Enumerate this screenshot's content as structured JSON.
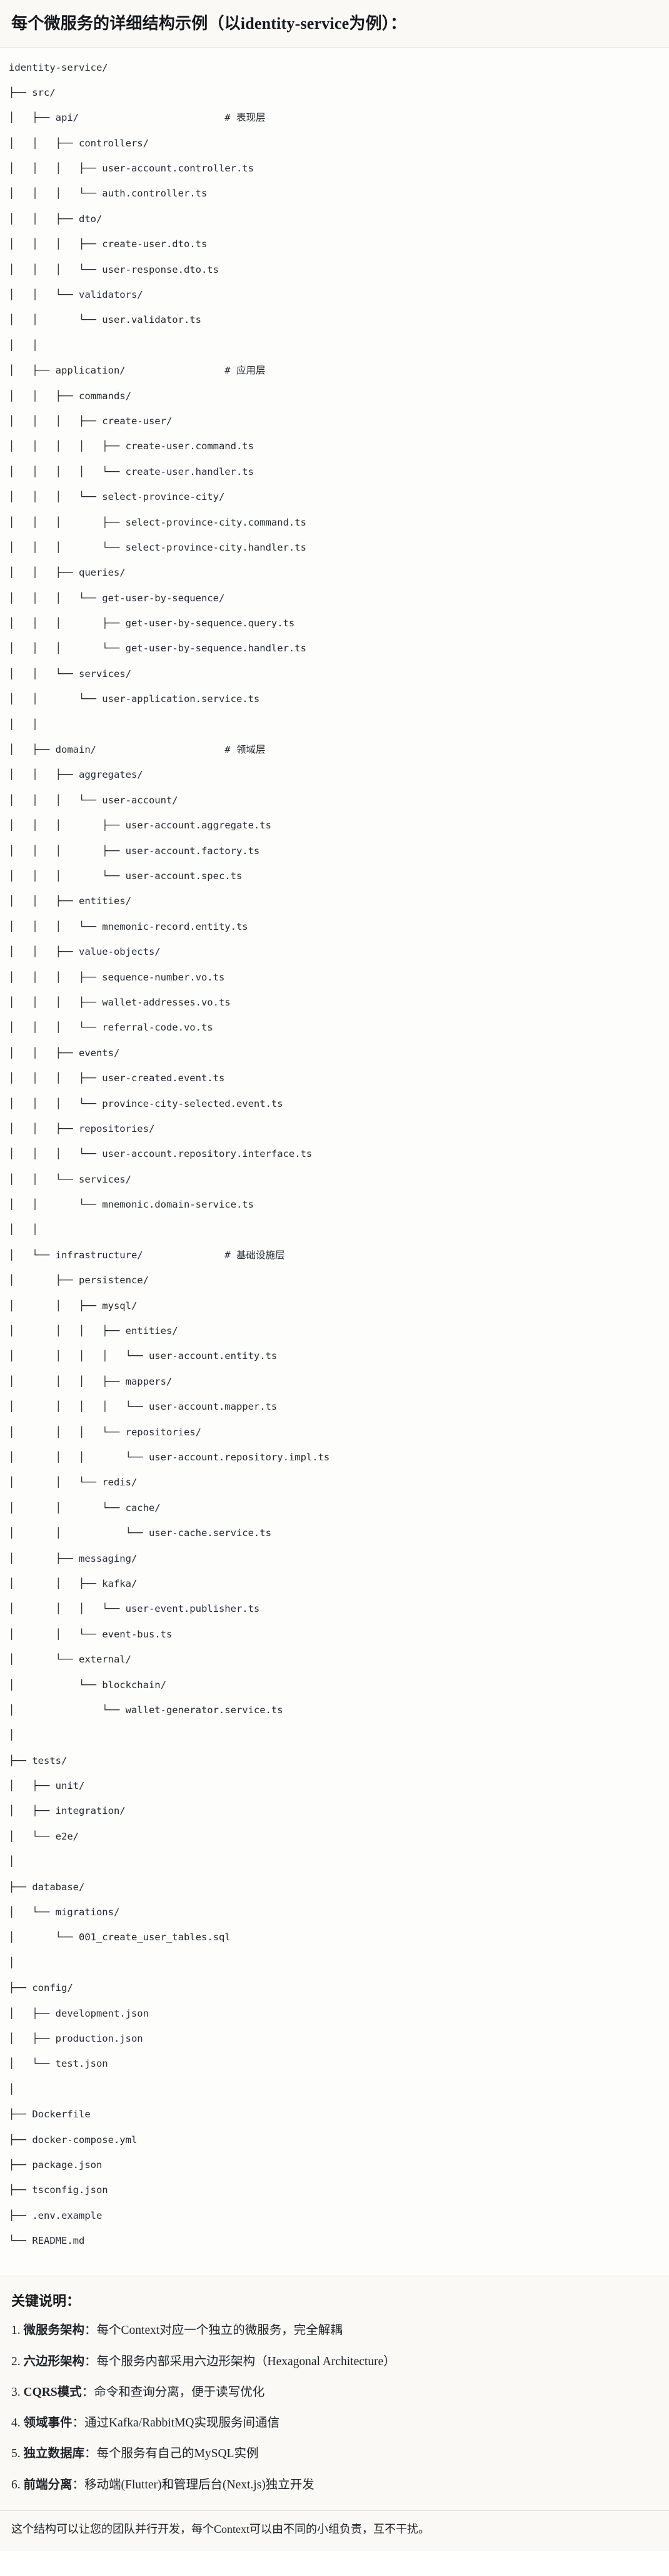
{
  "header": {
    "title": "每个微服务的详细结构示例（以identity-service为例）："
  },
  "tree": {
    "lines": [
      {
        "text": "identity-service/",
        "comment": ""
      },
      {
        "text": "├── src/",
        "comment": ""
      },
      {
        "text": "│   ├── api/",
        "comment": "# 表现层"
      },
      {
        "text": "│   │   ├── controllers/",
        "comment": ""
      },
      {
        "text": "│   │   │   ├── user-account.controller.ts",
        "comment": ""
      },
      {
        "text": "│   │   │   └── auth.controller.ts",
        "comment": ""
      },
      {
        "text": "│   │   ├── dto/",
        "comment": ""
      },
      {
        "text": "│   │   │   ├── create-user.dto.ts",
        "comment": ""
      },
      {
        "text": "│   │   │   └── user-response.dto.ts",
        "comment": ""
      },
      {
        "text": "│   │   └── validators/",
        "comment": ""
      },
      {
        "text": "│   │       └── user.validator.ts",
        "comment": ""
      },
      {
        "text": "│   │",
        "comment": ""
      },
      {
        "text": "│   ├── application/",
        "comment": "# 应用层"
      },
      {
        "text": "│   │   ├── commands/",
        "comment": ""
      },
      {
        "text": "│   │   │   ├── create-user/",
        "comment": ""
      },
      {
        "text": "│   │   │   │   ├── create-user.command.ts",
        "comment": ""
      },
      {
        "text": "│   │   │   │   └── create-user.handler.ts",
        "comment": ""
      },
      {
        "text": "│   │   │   └── select-province-city/",
        "comment": ""
      },
      {
        "text": "│   │   │       ├── select-province-city.command.ts",
        "comment": ""
      },
      {
        "text": "│   │   │       └── select-province-city.handler.ts",
        "comment": ""
      },
      {
        "text": "│   │   ├── queries/",
        "comment": ""
      },
      {
        "text": "│   │   │   └── get-user-by-sequence/",
        "comment": ""
      },
      {
        "text": "│   │   │       ├── get-user-by-sequence.query.ts",
        "comment": ""
      },
      {
        "text": "│   │   │       └── get-user-by-sequence.handler.ts",
        "comment": ""
      },
      {
        "text": "│   │   └── services/",
        "comment": ""
      },
      {
        "text": "│   │       └── user-application.service.ts",
        "comment": ""
      },
      {
        "text": "│   │",
        "comment": ""
      },
      {
        "text": "│   ├── domain/",
        "comment": "# 领域层"
      },
      {
        "text": "│   │   ├── aggregates/",
        "comment": ""
      },
      {
        "text": "│   │   │   └── user-account/",
        "comment": ""
      },
      {
        "text": "│   │   │       ├── user-account.aggregate.ts",
        "comment": ""
      },
      {
        "text": "│   │   │       ├── user-account.factory.ts",
        "comment": ""
      },
      {
        "text": "│   │   │       └── user-account.spec.ts",
        "comment": ""
      },
      {
        "text": "│   │   ├── entities/",
        "comment": ""
      },
      {
        "text": "│   │   │   └── mnemonic-record.entity.ts",
        "comment": ""
      },
      {
        "text": "│   │   ├── value-objects/",
        "comment": ""
      },
      {
        "text": "│   │   │   ├── sequence-number.vo.ts",
        "comment": ""
      },
      {
        "text": "│   │   │   ├── wallet-addresses.vo.ts",
        "comment": ""
      },
      {
        "text": "│   │   │   └── referral-code.vo.ts",
        "comment": ""
      },
      {
        "text": "│   │   ├── events/",
        "comment": ""
      },
      {
        "text": "│   │   │   ├── user-created.event.ts",
        "comment": ""
      },
      {
        "text": "│   │   │   └── province-city-selected.event.ts",
        "comment": ""
      },
      {
        "text": "│   │   ├── repositories/",
        "comment": ""
      },
      {
        "text": "│   │   │   └── user-account.repository.interface.ts",
        "comment": ""
      },
      {
        "text": "│   │   └── services/",
        "comment": ""
      },
      {
        "text": "│   │       └── mnemonic.domain-service.ts",
        "comment": ""
      },
      {
        "text": "│   │",
        "comment": ""
      },
      {
        "text": "│   └── infrastructure/",
        "comment": "# 基础设施层"
      },
      {
        "text": "│       ├── persistence/",
        "comment": ""
      },
      {
        "text": "│       │   ├── mysql/",
        "comment": ""
      },
      {
        "text": "│       │   │   ├── entities/",
        "comment": ""
      },
      {
        "text": "│       │   │   │   └── user-account.entity.ts",
        "comment": ""
      },
      {
        "text": "│       │   │   ├── mappers/",
        "comment": ""
      },
      {
        "text": "│       │   │   │   └── user-account.mapper.ts",
        "comment": ""
      },
      {
        "text": "│       │   │   └── repositories/",
        "comment": ""
      },
      {
        "text": "│       │   │       └── user-account.repository.impl.ts",
        "comment": ""
      },
      {
        "text": "│       │   └── redis/",
        "comment": ""
      },
      {
        "text": "│       │       └── cache/",
        "comment": ""
      },
      {
        "text": "│       │           └── user-cache.service.ts",
        "comment": ""
      },
      {
        "text": "│       ├── messaging/",
        "comment": ""
      },
      {
        "text": "│       │   ├── kafka/",
        "comment": ""
      },
      {
        "text": "│       │   │   └── user-event.publisher.ts",
        "comment": ""
      },
      {
        "text": "│       │   └── event-bus.ts",
        "comment": ""
      },
      {
        "text": "│       └── external/",
        "comment": ""
      },
      {
        "text": "│           └── blockchain/",
        "comment": ""
      },
      {
        "text": "│               └── wallet-generator.service.ts",
        "comment": ""
      },
      {
        "text": "│",
        "comment": ""
      },
      {
        "text": "├── tests/",
        "comment": ""
      },
      {
        "text": "│   ├── unit/",
        "comment": ""
      },
      {
        "text": "│   ├── integration/",
        "comment": ""
      },
      {
        "text": "│   └── e2e/",
        "comment": ""
      },
      {
        "text": "│",
        "comment": ""
      },
      {
        "text": "├── database/",
        "comment": ""
      },
      {
        "text": "│   └── migrations/",
        "comment": ""
      },
      {
        "text": "│       └── 001_create_user_tables.sql",
        "comment": ""
      },
      {
        "text": "│",
        "comment": ""
      },
      {
        "text": "├── config/",
        "comment": ""
      },
      {
        "text": "│   ├── development.json",
        "comment": ""
      },
      {
        "text": "│   ├── production.json",
        "comment": ""
      },
      {
        "text": "│   └── test.json",
        "comment": ""
      },
      {
        "text": "│",
        "comment": ""
      },
      {
        "text": "├── Dockerfile",
        "comment": ""
      },
      {
        "text": "├── docker-compose.yml",
        "comment": ""
      },
      {
        "text": "├── package.json",
        "comment": ""
      },
      {
        "text": "├── tsconfig.json",
        "comment": ""
      },
      {
        "text": "├── .env.example",
        "comment": ""
      },
      {
        "text": "└── README.md",
        "comment": ""
      }
    ]
  },
  "notes": {
    "heading": "关键说明：",
    "items": [
      {
        "num": "1.",
        "term": "微服务架构",
        "body": "：每个Context对应一个独立的微服务，完全解耦"
      },
      {
        "num": "2.",
        "term": "六边形架构",
        "body": "：每个服务内部采用六边形架构（Hexagonal Architecture）"
      },
      {
        "num": "3.",
        "term": "CQRS模式",
        "body": "：命令和查询分离，便于读写优化"
      },
      {
        "num": "4.",
        "term": "领域事件",
        "body": "：通过Kafka/RabbitMQ实现服务间通信"
      },
      {
        "num": "5.",
        "term": "独立数据库",
        "body": "：每个服务有自己的MySQL实例"
      },
      {
        "num": "6.",
        "term": "前端分离",
        "body": "：移动端(Flutter)和管理后台(Next.js)独立开发"
      }
    ]
  },
  "footer": {
    "text": "这个结构可以让您的团队并行开发，每个Context可以由不同的小组负责，互不干扰。"
  },
  "colors": {
    "page_bg": "#ffffff",
    "band_bg": "#faf9f6",
    "code_bg": "#fdfdfc",
    "border": "#e3e1dc",
    "text": "#1f2328"
  }
}
